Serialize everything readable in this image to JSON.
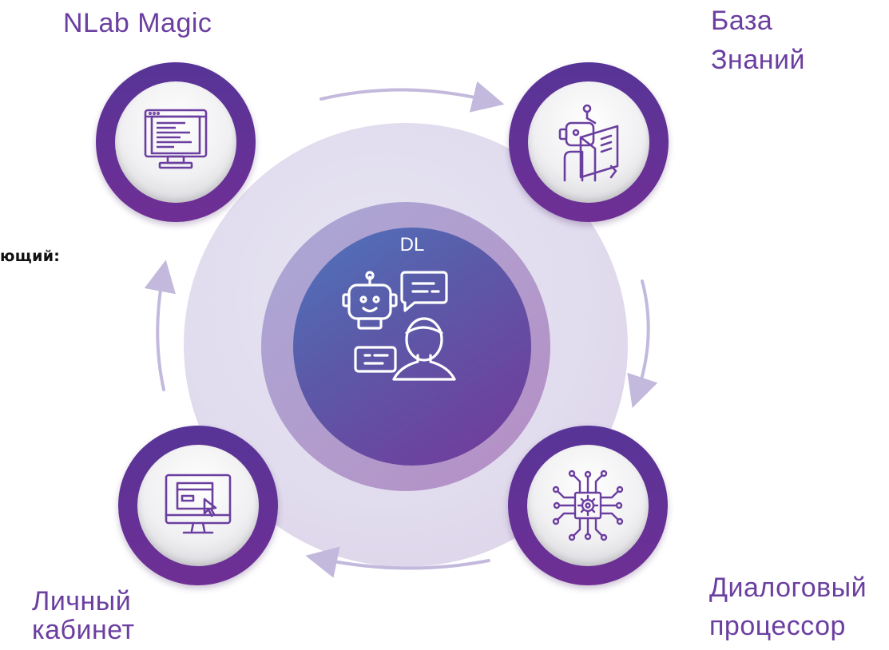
{
  "labels": {
    "top_left": "NLab Magic",
    "top_right_line1": "База",
    "top_right_line2": "Знаний",
    "bottom_right_line1": "Диалоговый",
    "bottom_right_line2": "процессор",
    "bottom_left_line1": "Личный",
    "bottom_left_line2": "кабинет",
    "left_cutoff": "ющий:"
  },
  "center": {
    "title": "DL",
    "icon": "robot-and-person-chat-icon"
  },
  "nodes": [
    {
      "id": "nlab-magic",
      "icon": "code-monitor-icon"
    },
    {
      "id": "knowledge-base",
      "icon": "robot-reading-book-icon"
    },
    {
      "id": "dialog-processor",
      "icon": "chip-gear-circuit-icon"
    },
    {
      "id": "personal-cabinet",
      "icon": "monitor-cursor-icon"
    }
  ],
  "colors": {
    "accent_purple": "#6b3fa0",
    "ring_purple": "#5f3296",
    "arrow": "#c3b9dd",
    "core_blue": "#4f74bd"
  }
}
